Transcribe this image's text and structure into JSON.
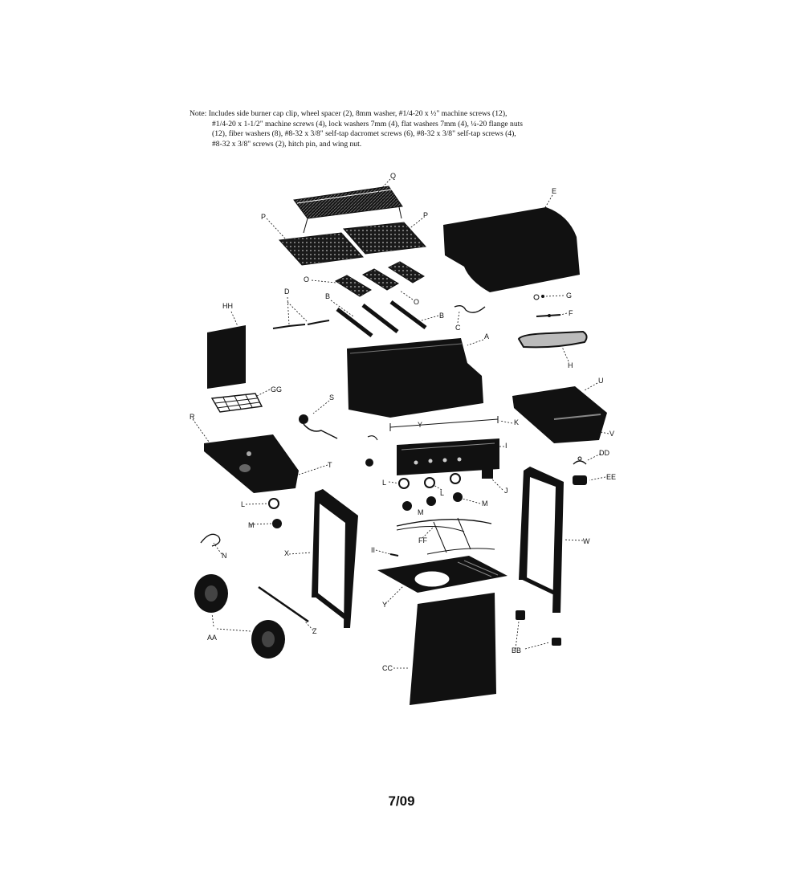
{
  "note": {
    "lines": [
      "Note: Includes side burner cap clip, wheel spacer (2), 8mm washer, #1/4-20 x ½\" machine screws (12),",
      "#1/4-20 x 1-1/2\" machine screws (4), lock washers 7mm (4), flat washers 7mm (4), ¼-20 flange nuts",
      "(12), fiber washers (8), #8-32 x 3/8\" self-tap dacromet screws (6), #8-32 x 3/8\" self-tap screws (4),",
      "#8-32 x 3/8\" screws (2), hitch pin, and wing nut."
    ]
  },
  "labels": {
    "Q": "Q",
    "P": "P",
    "E": "E",
    "O": "O",
    "D": "D",
    "B": "B",
    "G": "G",
    "F": "F",
    "C": "C",
    "HH": "HH",
    "A": "A",
    "H": "H",
    "U": "U",
    "GG": "GG",
    "S": "S",
    "R": "R",
    "K": "K",
    "V": "V",
    "Y": "Y",
    "I": "I",
    "DD": "DD",
    "T": "T",
    "EE": "EE",
    "L": "L",
    "J": "J",
    "M": "M",
    "N": "N",
    "FF": "FF",
    "X": "X",
    "II": "II",
    "W": "W",
    "AA": "AA",
    "Z": "Z",
    "BB": "BB",
    "CC": "CC"
  },
  "page_number": "7/09"
}
